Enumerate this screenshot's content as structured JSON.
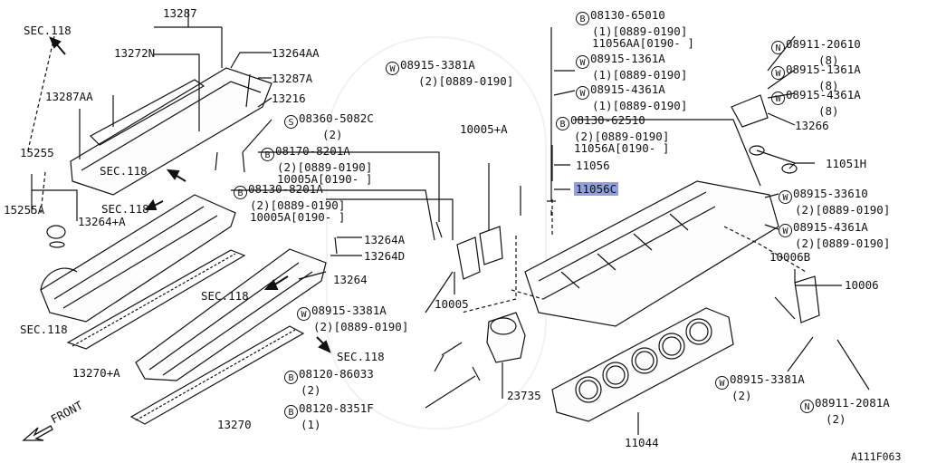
{
  "diagram": {
    "figure_code": "A111F063",
    "front_label": "FRONT",
    "labels": {
      "p13287": "13287",
      "p13272N": "13272N",
      "p13264AA": "13264AA",
      "p13287A": "13287A",
      "p13216": "13216",
      "p13287AA": "13287AA",
      "p15255": "15255",
      "p15255A": "15255A",
      "p13264pA": "13264+A",
      "p13264A": "13264A",
      "p13264D": "13264D",
      "p13264": "13264",
      "p13270pA": "13270+A",
      "p13270": "13270",
      "p10005pA": "10005+A",
      "p10005": "10005",
      "p23735": "23735",
      "p11044": "11044",
      "p11056": "11056",
      "p11056C": "11056C",
      "p11051H": "11051H",
      "p13266": "13266",
      "p10006B": "10006B",
      "p10006": "10006",
      "sec_tl": "SEC.118",
      "sec_mid1": "SEC.118",
      "sec_mid2": "SEC.118",
      "sec_left": "SEC.118",
      "sec_center": "SEC.118",
      "sec_bottom": "SEC.118"
    },
    "callouts": {
      "s08360": {
        "prefix": "S",
        "part": "08360-5082C",
        "qty": "(2)"
      },
      "b08170": {
        "prefix": "B",
        "part": "08170-8201A",
        "qty": "(2)[0889-0190]",
        "alt": "10005A[0190-     ]"
      },
      "b08130a": {
        "prefix": "B",
        "part": "08130-8201A",
        "qty": "(2)[0889-0190]",
        "alt": "10005A[0190-     ]"
      },
      "w08915a": {
        "prefix": "W",
        "part": "08915-3381A",
        "qty": "(2)[0889-0190]"
      },
      "w08915b": {
        "prefix": "W",
        "part": "08915-3381A",
        "qty": "(2)[0889-0190]"
      },
      "b08120a": {
        "prefix": "B",
        "part": "08120-86033",
        "qty": "(2)"
      },
      "b08120b": {
        "prefix": "B",
        "part": "08120-8351F",
        "qty": "(1)"
      },
      "b08130b": {
        "prefix": "B",
        "part": "08130-65010",
        "qty": "(1)[0889-0190]",
        "alt": "11056AA[0190-     ]"
      },
      "w08915c": {
        "prefix": "W",
        "part": "08915-1361A",
        "qty": "(1)[0889-0190]"
      },
      "w08915d": {
        "prefix": "W",
        "part": "08915-4361A",
        "qty": "(1)[0889-0190]"
      },
      "b08130c": {
        "prefix": "B",
        "part": "08130-62510",
        "qty": "(2)[0889-0190]",
        "alt": "11056A[0190-     ]"
      },
      "n08911a": {
        "prefix": "N",
        "part": "08911-20610",
        "qty": "(8)"
      },
      "w08915e": {
        "prefix": "W",
        "part": "08915-1361A",
        "qty": "(8)"
      },
      "w08915f": {
        "prefix": "W",
        "part": "08915-4361A",
        "qty": "(8)"
      },
      "w08915g": {
        "prefix": "W",
        "part": "08915-33610",
        "qty": "(2)[0889-0190]"
      },
      "w08915h": {
        "prefix": "W",
        "part": "08915-4361A",
        "qty": "(2)[0889-0190]"
      },
      "w08915i": {
        "prefix": "W",
        "part": "08915-3381A",
        "qty": "(2)"
      },
      "n08911b": {
        "prefix": "N",
        "part": "08911-2081A",
        "qty": "(2)"
      }
    },
    "colors": {
      "highlight": "#8fa0dc",
      "line": "#111111"
    }
  }
}
